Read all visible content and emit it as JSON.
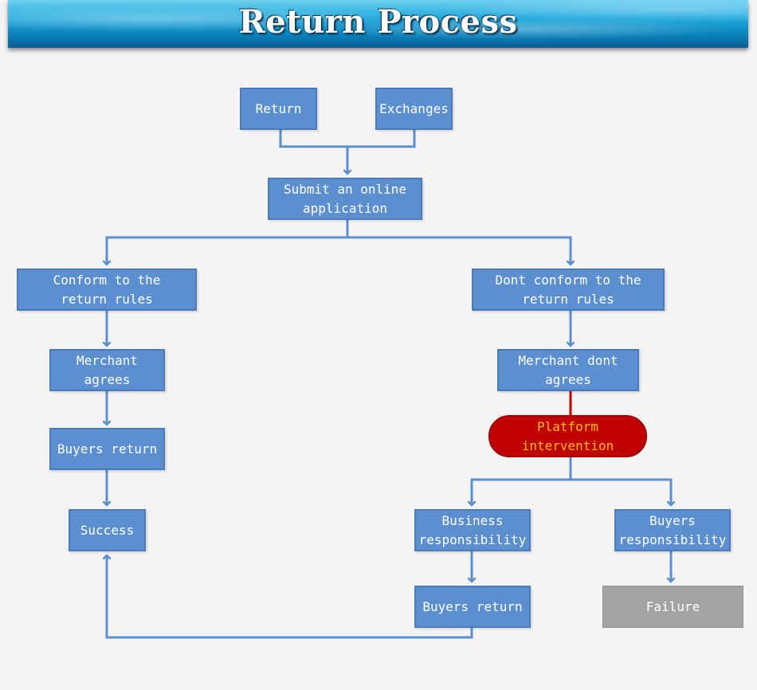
{
  "header": {
    "title": "Return Process"
  },
  "flow": {
    "return": "Return",
    "exchanges": "Exchanges",
    "submit": "Submit an online\napplication",
    "conform": "Conform to the\nreturn rules",
    "dont_conform": "Dont conform to the\nreturn rules",
    "merchant_agrees": "Merchant agrees",
    "merchant_dont_agrees": "Merchant dont agrees",
    "buyers_return_left": "Buyers return",
    "platform_intervention": "Platform\nintervention",
    "success": "Success",
    "business_responsibility": "Business\nresponsibility",
    "buyers_responsibility": "Buyers\nresponsibility",
    "buyers_return_right": "Buyers return",
    "failure": "Failure"
  },
  "colors": {
    "box_fill": "#5b8fd0",
    "connector": "#5b8fd0",
    "platform_fill": "#c00000",
    "platform_text": "#ffc000",
    "failure_fill": "#a3a3a3"
  }
}
